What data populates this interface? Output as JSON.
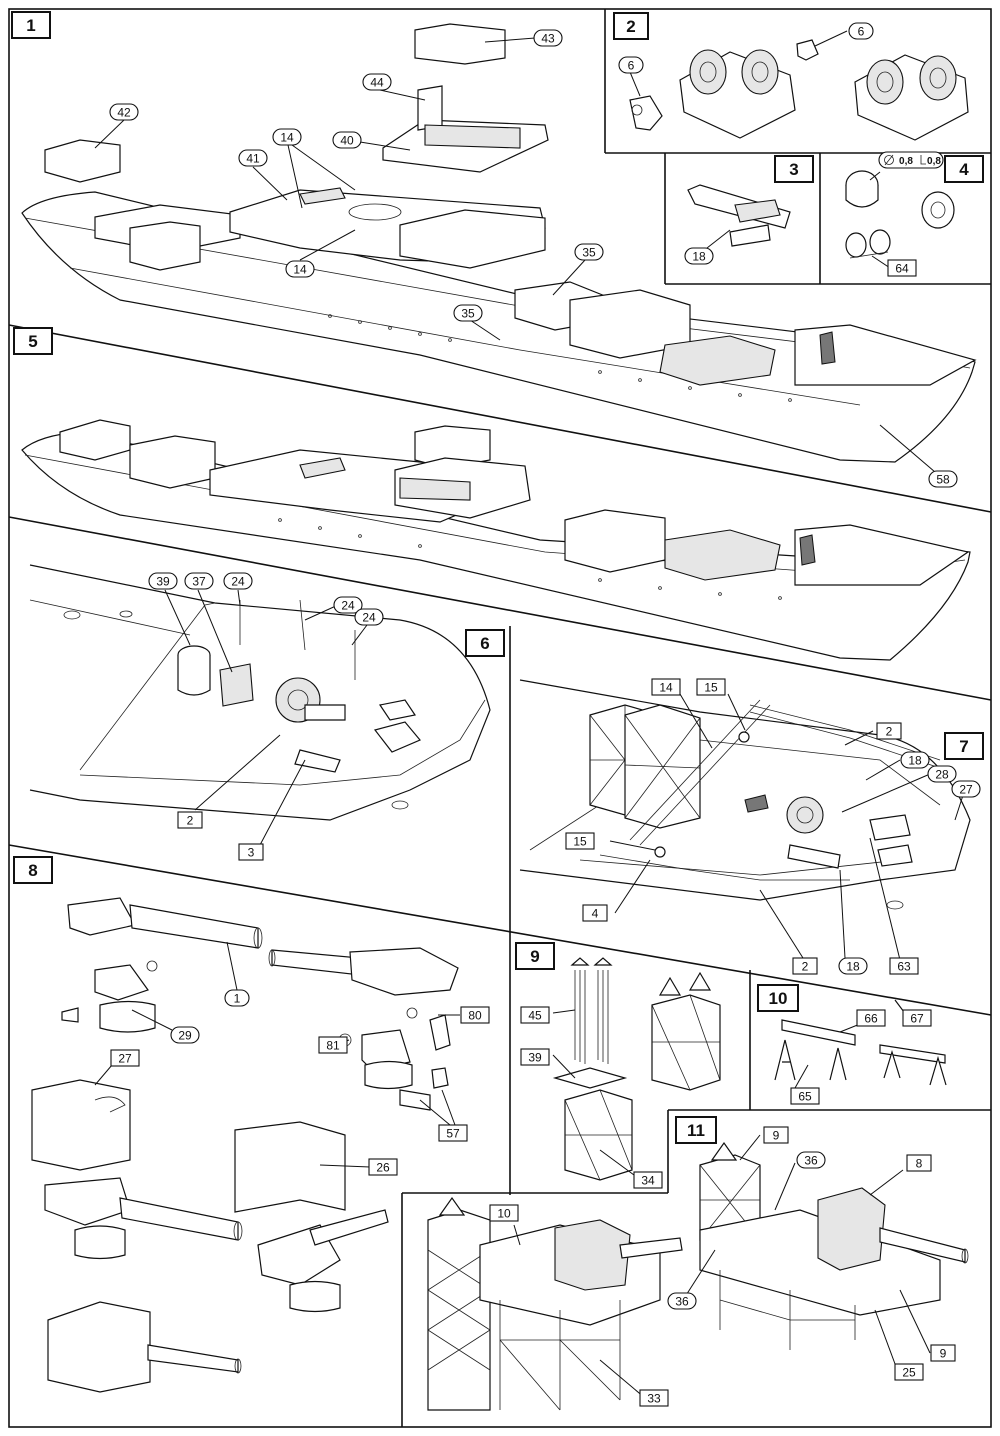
{
  "steps": [
    {
      "id": "1",
      "label": "1"
    },
    {
      "id": "2",
      "label": "2"
    },
    {
      "id": "3",
      "label": "3"
    },
    {
      "id": "4",
      "label": "4"
    },
    {
      "id": "5",
      "label": "5"
    },
    {
      "id": "6",
      "label": "6"
    },
    {
      "id": "7",
      "label": "7"
    },
    {
      "id": "8",
      "label": "8"
    },
    {
      "id": "9",
      "label": "9"
    },
    {
      "id": "10",
      "label": "10"
    },
    {
      "id": "11",
      "label": "11"
    }
  ],
  "step4_spec": {
    "diameter": "0,8",
    "length": "0,8"
  },
  "callouts": {
    "c43": "43",
    "c44": "44",
    "c42": "42",
    "c14a": "14",
    "c40": "40",
    "c41": "41",
    "c14b": "14",
    "c35a": "35",
    "c35b": "35",
    "c58": "58",
    "c6a": "6",
    "c6b": "6",
    "c18a": "18",
    "c64": "64",
    "c39a": "39",
    "c37": "37",
    "c24a": "24",
    "c24b": "24",
    "c24c": "24",
    "c2a": "2",
    "c3": "3",
    "c14c": "14",
    "c15a": "15",
    "c15b": "15",
    "c2b": "2",
    "c18b": "18",
    "c28": "28",
    "c27a": "27",
    "c4": "4",
    "c2c": "2",
    "c18c": "18",
    "c63": "63",
    "c1": "1",
    "c29": "29",
    "c80": "80",
    "c81": "81",
    "c57": "57",
    "c27b": "27",
    "c26": "26",
    "c45": "45",
    "c39b": "39",
    "c34": "34",
    "c66": "66",
    "c67": "67",
    "c65": "65",
    "c9a": "9",
    "c36a": "36",
    "c8": "8",
    "c10": "10",
    "c36b": "36",
    "c9b": "9",
    "c25": "25",
    "c33": "33"
  },
  "colors": {
    "line": "#111111",
    "paper": "#ffffff",
    "shade": "#e6e6e6"
  }
}
